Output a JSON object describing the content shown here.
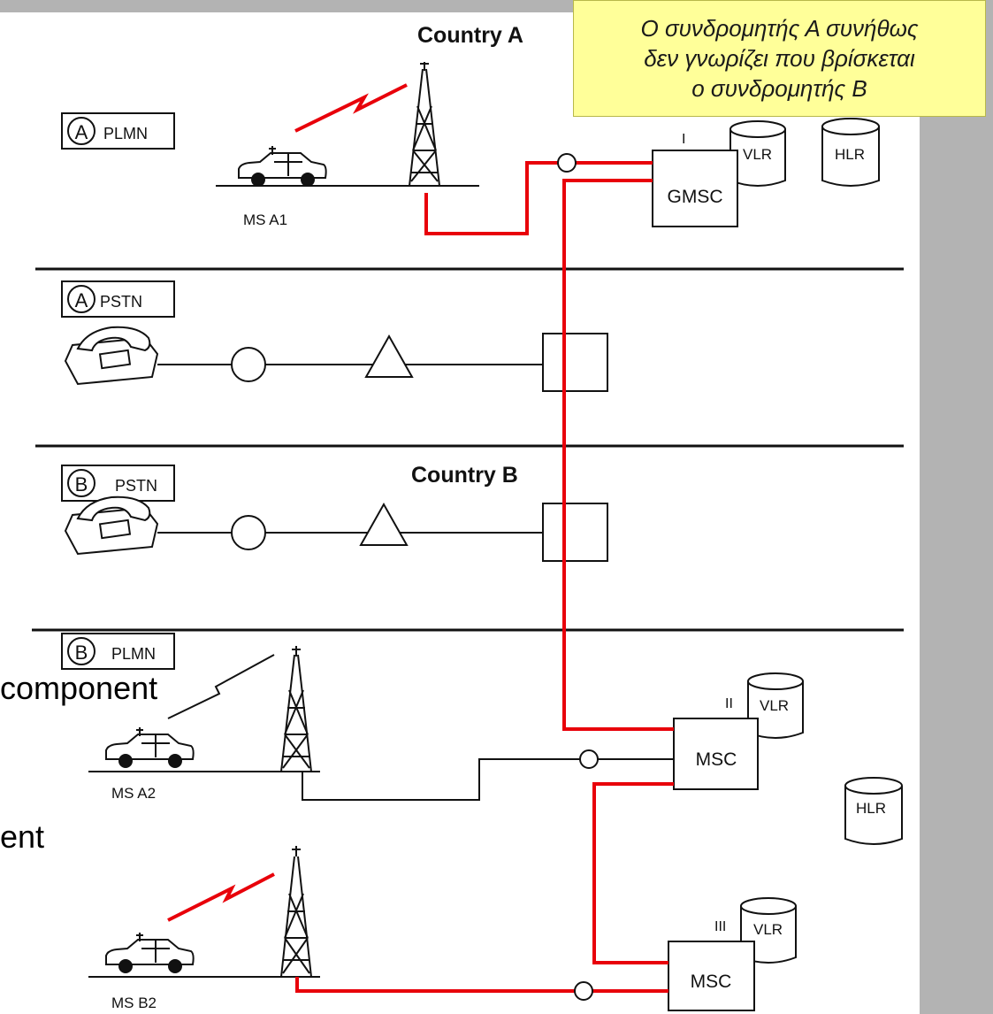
{
  "callout": {
    "lines": [
      "Ο συνδρομητής Α συνήθως",
      "δεν γνωρίζει που βρίσκεται",
      "ο συνδρομητής Β"
    ]
  },
  "background_fragments": {
    "fragment_1": "component",
    "fragment_2": "ent"
  },
  "labels": {
    "country_a": "Country A",
    "country_b": "Country B",
    "ms_a1": "MS A1",
    "ms_a2": "MS A2",
    "ms_b2": "MS B2",
    "gmsc": "GMSC",
    "msc_2": "MSC",
    "msc_3": "MSC",
    "vlr_1": "VLR",
    "vlr_2": "VLR",
    "vlr_3": "VLR",
    "hlr_a": "HLR",
    "hlr_b": "HLR",
    "roman_1": "I",
    "roman_2": "II",
    "roman_3": "III"
  },
  "networks": {
    "a_plmn": {
      "letter": "A",
      "name": "PLMN"
    },
    "a_pstn": {
      "letter": "A",
      "name": "PSTN"
    },
    "b_pstn": {
      "letter": "B",
      "name": "PSTN"
    },
    "b_plmn": {
      "letter": "B",
      "name": "PLMN"
    }
  },
  "colors": {
    "call_path": "#e8000a",
    "line": "#111111",
    "panel": "#ffffff",
    "background": "#b3b3b3",
    "callout_fill": "#ffff99"
  }
}
